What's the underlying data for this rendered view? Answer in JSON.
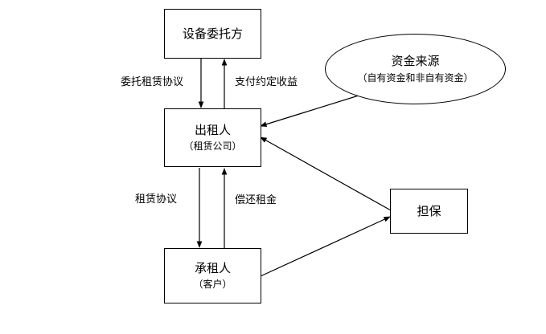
{
  "nodes": {
    "equipment_consignor": {
      "label": "设备委托方"
    },
    "lessor": {
      "label": "出租人",
      "sublabel": "（租赁公司）"
    },
    "lessee": {
      "label": "承租人",
      "sublabel": "（客户）"
    },
    "fund_source": {
      "label": "资金来源",
      "sublabel": "（自有资金和非自有资金）"
    },
    "guarantee": {
      "label": "担保"
    }
  },
  "edges": {
    "entrusted_lease_agreement": "委托租赁协议",
    "pay_agreed_income": "支付约定收益",
    "lease_agreement": "租赁协议",
    "repay_rent": "偿还租金"
  }
}
